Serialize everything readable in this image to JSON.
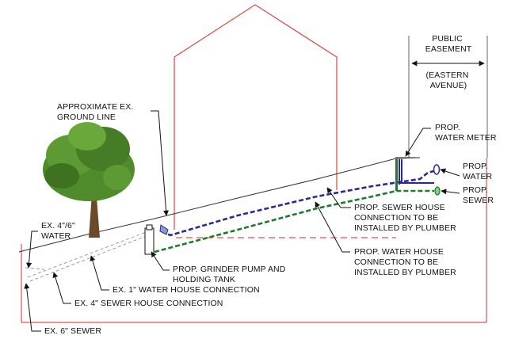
{
  "colors": {
    "house_outline": "#d9534f",
    "property_boundary": "#d9534f",
    "ground_line": "#333333",
    "sewer_pipe": "#2b2b8f",
    "water_pipe": "#1d7a2e",
    "tree_foliage": "#4f8a2b",
    "tree_trunk": "#6b4a2a",
    "leader_line": "#111111"
  },
  "labels": {
    "public_easement": [
      "PUBLIC",
      "EASEMENT"
    ],
    "eastern_avenue": [
      "(EASTERN",
      "AVENUE)"
    ],
    "approx_ground_line": [
      "APPROXIMATE EX.",
      "GROUND LINE"
    ],
    "prop_water_meter": [
      "PROP.",
      "WATER METER"
    ],
    "prop_water": [
      "PROP.",
      "WATER"
    ],
    "prop_sewer": [
      "PROP.",
      "SEWER"
    ],
    "ex_water": [
      "EX. 4\"/6\"",
      "WATER"
    ],
    "prop_sewer_house": [
      "PROP. SEWER HOUSE",
      "CONNECTION TO BE",
      "INSTALLED BY PLUMBER"
    ],
    "prop_water_house": [
      "PROP. WATER HOUSE",
      "CONNECTION TO BE",
      "INSTALLED BY PLUMBER"
    ],
    "grinder_pump": [
      "PROP. GRINDER PUMP AND",
      "HOLDING TANK"
    ],
    "ex_water_house": "EX. 1\" WATER HOUSE CONNECTION",
    "ex_sewer_house": "EX. 4\" SEWER HOUSE CONNECTION",
    "ex_sewer": "EX. 6\" SEWER"
  }
}
